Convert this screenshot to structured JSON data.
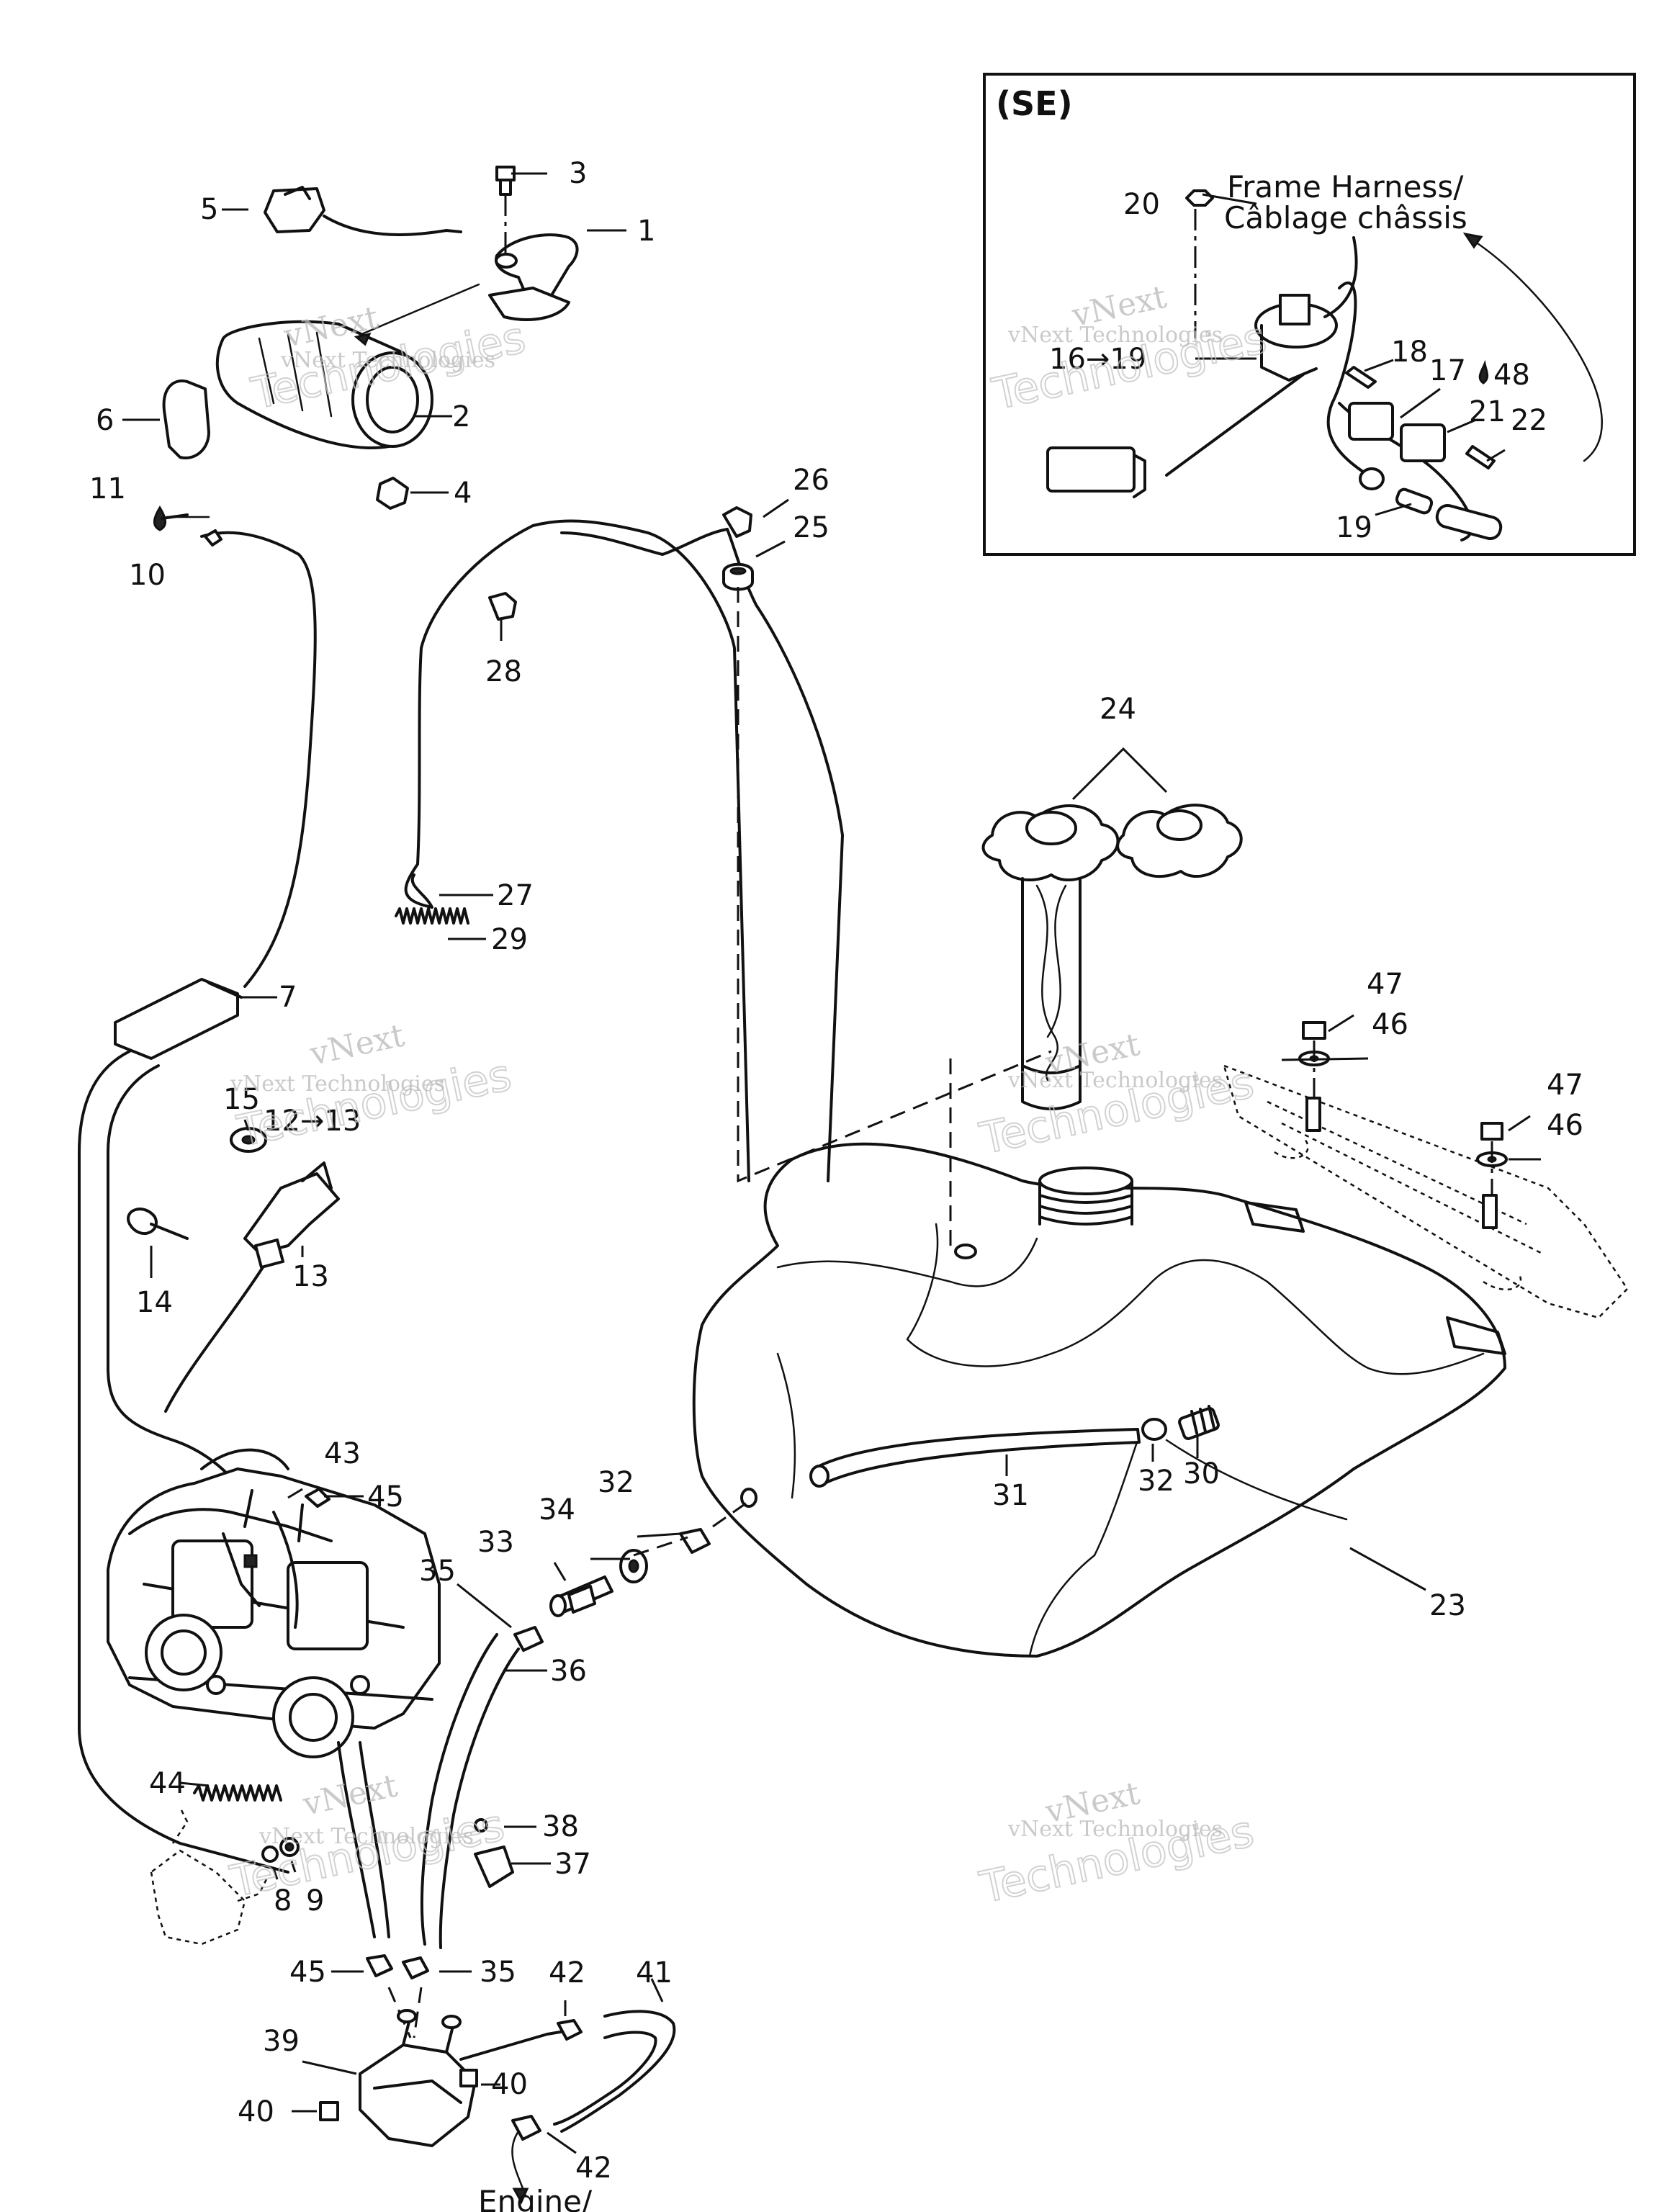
{
  "inset": {
    "title": "(SE)",
    "harness_label_line1": "Frame Harness/",
    "harness_label_line2": "Câblage châssis"
  },
  "watermark": {
    "line1": "vNext",
    "line2": "Technologies",
    "full": "vNext Technologies"
  },
  "callouts": {
    "c1": "1",
    "c2": "2",
    "c3": "3",
    "c4": "4",
    "c5": "5",
    "c6": "6",
    "c7": "7",
    "c8": "8",
    "c9": "9",
    "c10": "10",
    "c11": "11",
    "c12_13": "12→13",
    "c13": "13",
    "c14": "14",
    "c15": "15",
    "c16_19": "16→19",
    "c17": "17",
    "c18": "18",
    "c19": "19",
    "c20": "20",
    "c21": "21",
    "c22": "22",
    "c23": "23",
    "c24": "24",
    "c25": "25",
    "c26": "26",
    "c27": "27",
    "c28": "28",
    "c29": "29",
    "c30": "30",
    "c31": "31",
    "c32a": "32",
    "c32b": "32",
    "c33": "33",
    "c34": "34",
    "c35a": "35",
    "c35b": "35",
    "c36": "36",
    "c37": "37",
    "c38": "38",
    "c39": "39",
    "c40a": "40",
    "c40b": "40",
    "c41": "41",
    "c42a": "42",
    "c42b": "42",
    "c43": "43",
    "c44": "44",
    "c45a": "45",
    "c45b": "45",
    "c46a": "46",
    "c46b": "46",
    "c47a": "47",
    "c47b": "47",
    "c48": "48"
  },
  "bottom_label": "Engine/"
}
